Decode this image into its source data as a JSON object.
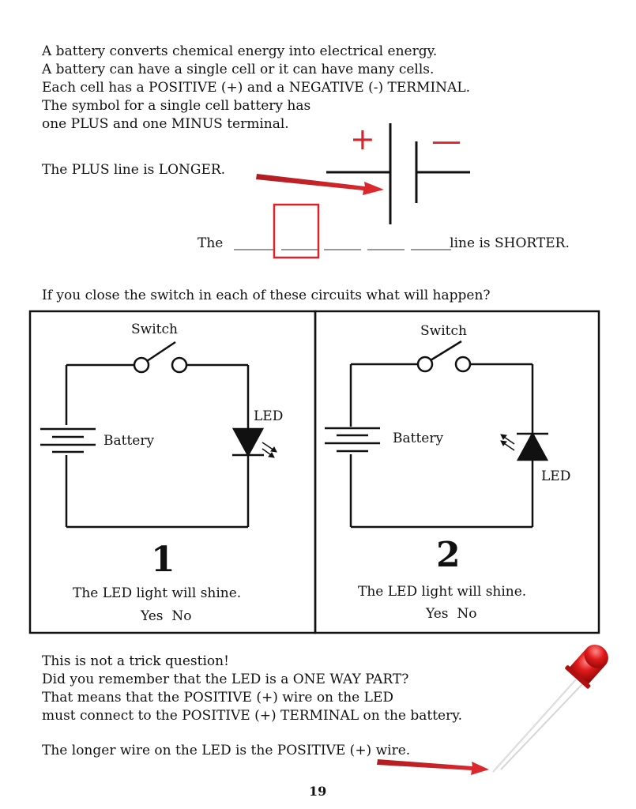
{
  "intro": {
    "lines": [
      "A battery converts chemical energy into electrical energy.",
      "A battery can have a single cell or it can have many cells.",
      "Each cell has a POSITIVE (+) and a NEGATIVE (-) TERMINAL.",
      "The symbol for a single cell battery has",
      "one PLUS and one MINUS terminal."
    ],
    "plus_line_text": "The PLUS line is LONGER.",
    "shorter_prefix": "The",
    "shorter_suffix": "line is SHORTER."
  },
  "battery_symbol": {
    "plus": "+",
    "minus": "—"
  },
  "question": "If you close the switch in each of these circuits what will happen?",
  "circuits": [
    {
      "switch_label": "Switch",
      "battery_label": "Battery",
      "led_label": "LED",
      "number": "1",
      "statement": "The LED light will shine.",
      "options": "Yes  No"
    },
    {
      "switch_label": "Switch",
      "battery_label": "Battery",
      "led_label": "LED",
      "number": "2",
      "statement": "The LED light will shine.",
      "options": "Yes  No"
    }
  ],
  "bottom": {
    "lines": [
      "This is not a trick question!",
      "Did you remember that the LED is a ONE WAY PART?",
      "That means that the POSITIVE (+) wire on the LED",
      "must connect to the POSITIVE (+) TERMINAL on the battery."
    ],
    "last_line": "The longer wire on the LED is the POSITIVE (+) wire."
  },
  "page_number": "19",
  "colors": {
    "accent_red": "#d8232a",
    "ink": "#111111"
  }
}
